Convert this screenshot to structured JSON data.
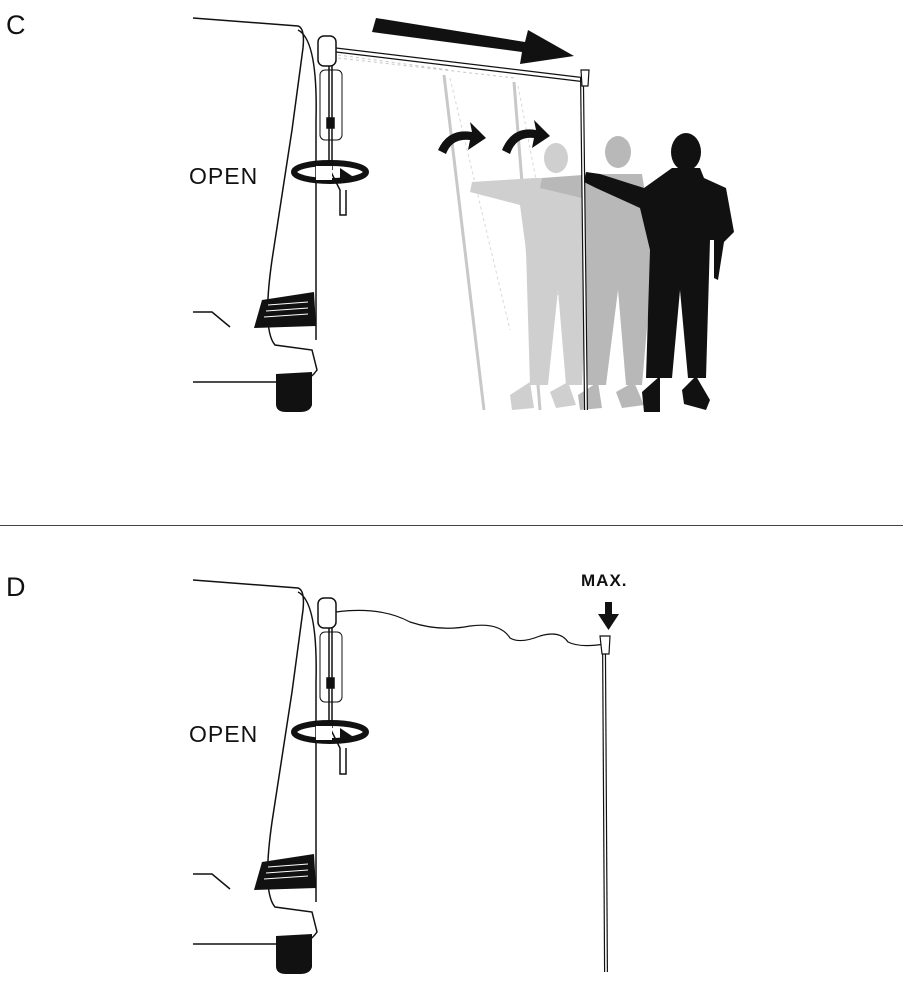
{
  "panels": [
    {
      "letter": "C",
      "direction_label": "OPEN"
    },
    {
      "letter": "D",
      "direction_label": "OPEN",
      "limit_label": "MAX."
    }
  ],
  "icons": [
    "rotate-arrow-icon",
    "crank-handle-icon",
    "pull-arrow-icon",
    "down-arrow-icon"
  ],
  "colors": {
    "ink": "#111111",
    "ghost": "#c8c8c8"
  }
}
